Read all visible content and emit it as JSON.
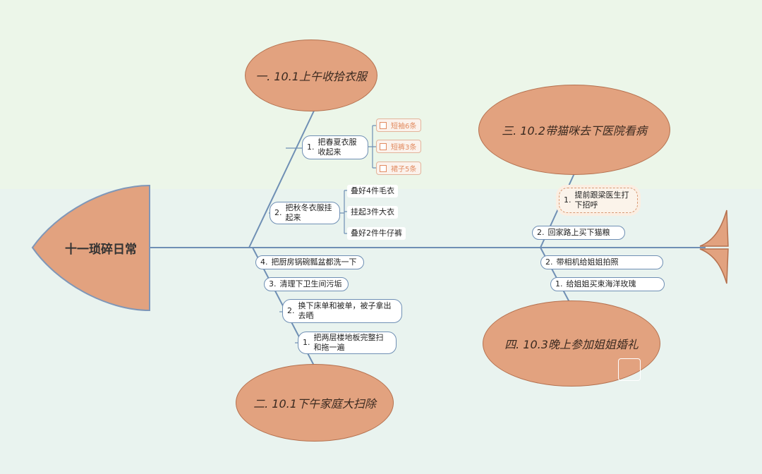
{
  "root": {
    "title": "十一琐碎日常"
  },
  "topics": {
    "t1": {
      "label": "一. 10.1上午收拾衣服"
    },
    "t2": {
      "label": "二. 10.1下午家庭大扫除"
    },
    "t3": {
      "label": "三. 10.2带猫咪去下医院看病"
    },
    "t4": {
      "label": "四. 10.3晚上参加姐姐婚礼"
    }
  },
  "t1_items": [
    {
      "num": "1.",
      "text": "把春夏衣服收起来"
    },
    {
      "num": "2.",
      "text": "把秋冬衣服挂起来"
    }
  ],
  "t1_tags": [
    "短袖6条",
    "短裤3条",
    "裙子5条"
  ],
  "t1_leaves": [
    "叠好4件毛衣",
    "挂起3件大衣",
    "叠好2件牛仔裤"
  ],
  "t2_items": [
    {
      "num": "4.",
      "text": "把厨房锅碗瓢盆都洗一下"
    },
    {
      "num": "3.",
      "text": "清理下卫生间污垢"
    },
    {
      "num": "2.",
      "text": "换下床单和被单，被子拿出去晒"
    },
    {
      "num": "1.",
      "text": "把两层楼地板完整扫和拖一遍"
    }
  ],
  "t3_items": [
    {
      "num": "1.",
      "text": "提前跟梁医生打下招呼"
    },
    {
      "num": "2.",
      "text": "回家路上买下猫粮"
    }
  ],
  "t4_items": [
    {
      "num": "2.",
      "text": "带相机给姐姐拍照"
    },
    {
      "num": "1.",
      "text": "给姐姐买束海洋玫瑰"
    }
  ],
  "colors": {
    "topic_fill": "#e2a27f",
    "line": "#6f8fb4",
    "tag_text": "#e28b60"
  }
}
